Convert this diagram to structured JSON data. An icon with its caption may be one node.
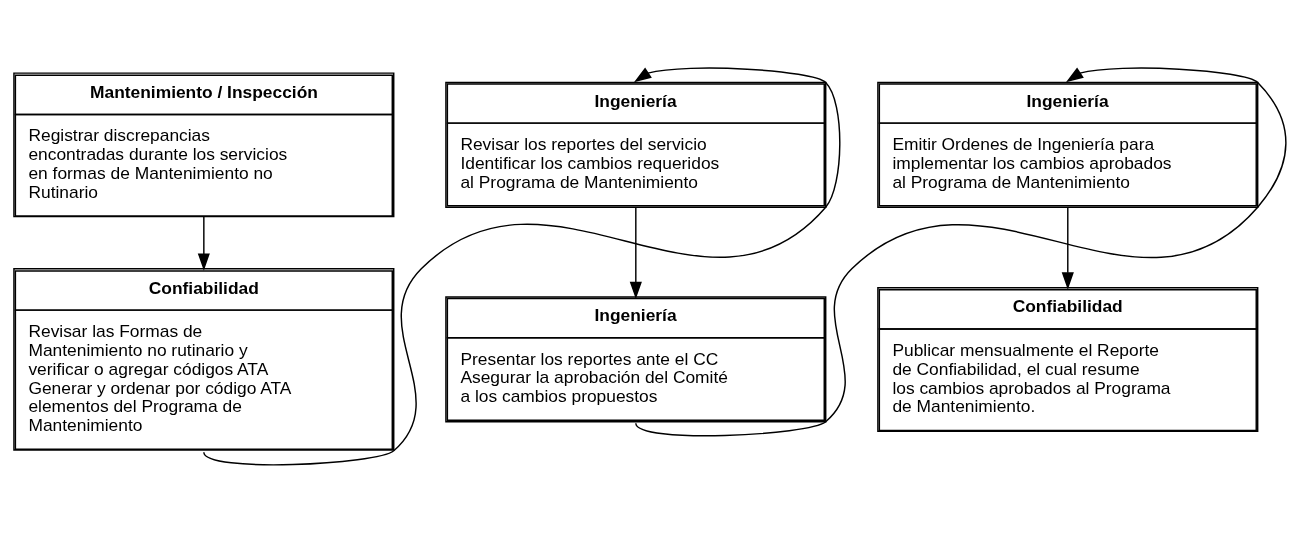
{
  "diagram": {
    "nodes": [
      {
        "text": [
          "Mantenimiento / Inspección",
          "Registrar discrepancias encontradas durante los servicios en formas de Mantenimiento no Rutinario"
        ]
      },
      {
        "text": [
          "Confiabilidad",
          "Revisar las Formas de Mantenimiento no rutinario y verificar o agregar códigos ATA",
          "Generar y ordenar por código ATA elementos del Programa de Mantenimiento"
        ]
      },
      {
        "text": [
          "Ingeniería",
          "Revisar los reportes del servicio",
          "Identificar los cambios requeridos al Programa de Mantenimiento"
        ]
      },
      {
        "text": [
          "Ingeniería",
          "Presentar los reportes ante el CC",
          "Asegurar la aprobación del Comité a los cambios propuestos"
        ]
      },
      {
        "text": [
          "Ingeniería",
          "Emitir Ordenes de Ingeniería para implementar los cambios aprobados al Programa de Mantenimiento"
        ]
      },
      {
        "text": [
          "Confiabilidad",
          "Publicar mensualmente el Reporte de Confiabilidad, el cual resume los cambios aprobados al Programa de Mantenimiento."
        ]
      }
    ],
    "edges": [
      {
        "from": 0,
        "to": 1,
        "arrow": "to"
      },
      {
        "from": 1,
        "to": 2,
        "arrow": "to"
      },
      {
        "from": 2,
        "to": 3,
        "arrow": "to"
      },
      {
        "from": 3,
        "to": 4,
        "arrow": "to"
      },
      {
        "from": 4,
        "to": 5,
        "arrow": "to"
      }
    ]
  }
}
